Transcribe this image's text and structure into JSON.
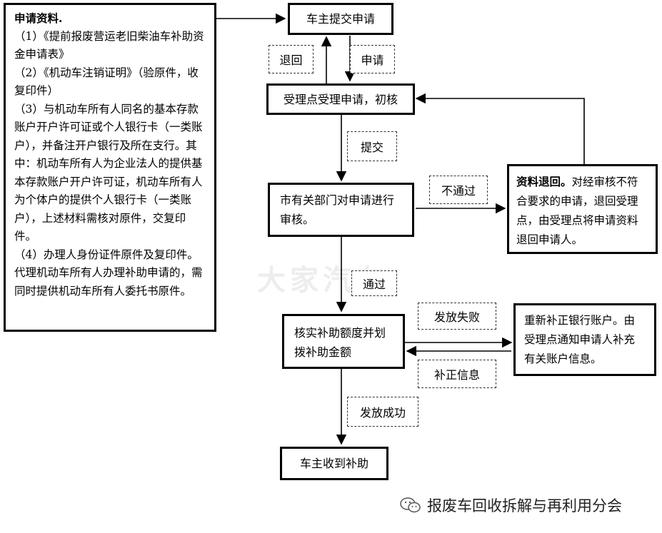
{
  "materials": {
    "title": "申请资料.",
    "items": [
      "（1）《提前报废营运老旧柴油车补助资金申请表》",
      "（2）《机动车注销证明》（验原件，收复印件）",
      "（3）与机动车所有人同名的基本存款账户开户许可证或个人银行卡（一类账户），并备注开户银行及所在支行。其中：机动车所有人为企业法人的提供基本存款账户开户许可证，机动车所有人为个体户的提供个人银行卡（一类账户），上述材料需核对原件，交复印件。",
      "（4）办理人身份证件原件及复印件。代理机动车所有人办理补助申请的，需同时提供机动车所有人委托书原件。"
    ]
  },
  "steps": {
    "submit": "车主提交申请",
    "accept": "受理点受理申请，初核",
    "review": "市有关部门对申请进行审核。",
    "verify": "核实补助额度并划拨补助金额",
    "receive": "车主收到补助"
  },
  "side": {
    "return_bold": "资料退回。",
    "return_text": "对经审核不符合要求的申请，退回受理点，由受理点将申请资料退回申请人。",
    "reissue": "重新补正银行账户。由受理点通知申请人补充有关账户信息。"
  },
  "labels": {
    "back": "退回",
    "apply": "申请",
    "submit": "提交",
    "fail": "不通过",
    "pass": "通过",
    "pay_fail": "发放失败",
    "correct": "补正信息",
    "pay_success": "发放成功"
  },
  "watermark": "大家汽车",
  "footer": {
    "icon": "wechat-icon",
    "text": "报废车回收拆解与再利用分会"
  }
}
